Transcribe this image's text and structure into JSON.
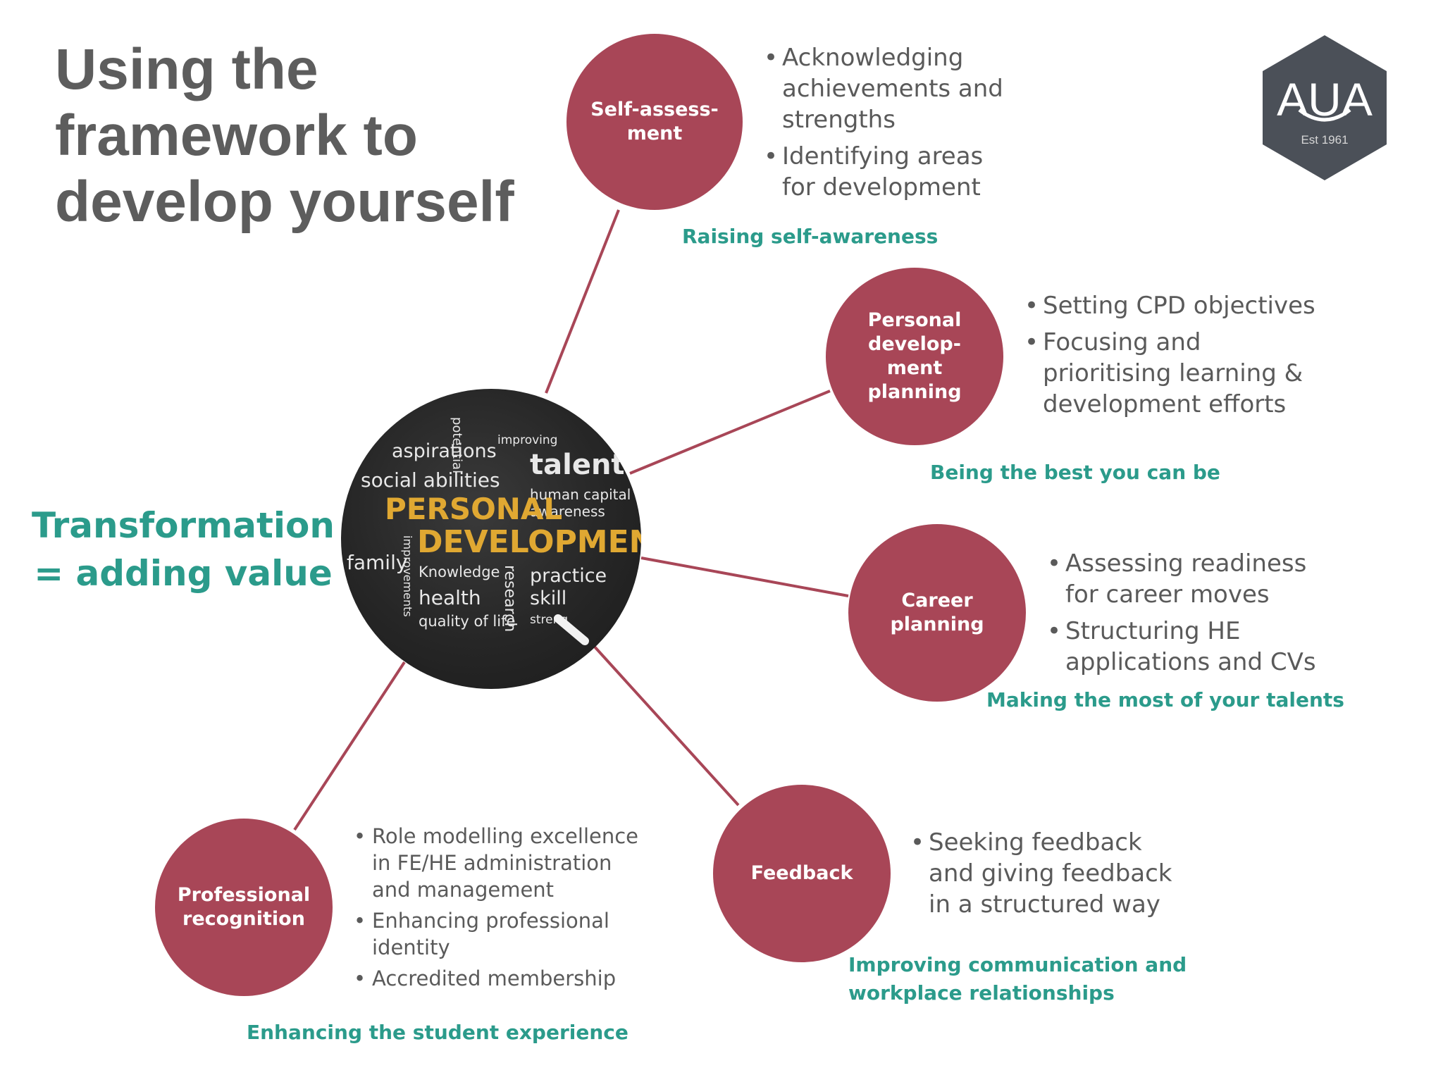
{
  "title_lines": [
    "Using the",
    "framework to",
    "develop yourself"
  ],
  "side_label_lines": [
    "Transformation",
    "= adding value"
  ],
  "colors": {
    "node": "#a84657",
    "connector": "#a84657",
    "title": "#5d5d5d",
    "accent_teal": "#2b9b8b",
    "hub_background": "#262626",
    "hub_highlight": "#e0a832",
    "logo_hex": "#4b5058"
  },
  "logo": {
    "text": "AUA",
    "sub": "Est 1961"
  },
  "hub": {
    "title_lines": [
      "PERSONAL",
      "DEVELOPMENT"
    ],
    "words": [
      "aspirations",
      "social abilities",
      "potential",
      "improving",
      "talents",
      "human capital",
      "awareness",
      "family",
      "improvements",
      "Knowledge",
      "health",
      "quality of life",
      "research",
      "practice",
      "skill",
      "streng"
    ]
  },
  "nodes": {
    "self_assessment": {
      "label": "Self-assess-\nment",
      "bullets": [
        "Acknowledging achievements and strengths",
        "Identifying areas for development"
      ],
      "caption": "Raising self-awareness"
    },
    "pdp": {
      "label": "Personal\ndevelop-\nment\nplanning",
      "bullets": [
        "Setting CPD objectives",
        "Focusing and prioritising learning & development efforts"
      ],
      "caption": "Being the best you can be"
    },
    "career": {
      "label": "Career\nplanning",
      "bullets": [
        "Assessing readiness for career moves",
        "Structuring HE applications and CVs"
      ],
      "caption": "Making the most of your talents"
    },
    "feedback": {
      "label": "Feedback",
      "bullets": [
        "Seeking feedback and giving feedback in a structured way"
      ],
      "caption": "Improving communication and workplace relationships"
    },
    "recognition": {
      "label": "Professional\nrecognition",
      "bullets": [
        "Role modelling excellence in FE/HE administration and management",
        "Enhancing professional identity",
        "Accredited membership"
      ],
      "caption": "Enhancing the student experience"
    }
  }
}
